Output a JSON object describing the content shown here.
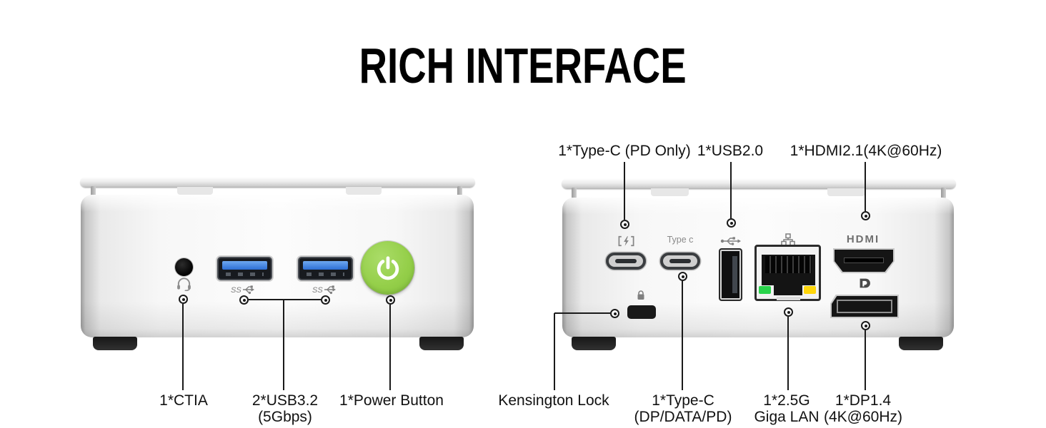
{
  "title": "RICH INTERFACE",
  "front": {
    "usb_ss_text": "SS",
    "labels": {
      "ctia": {
        "line1": "1*CTIA"
      },
      "usb32": {
        "line1": "2*USB3.2",
        "line2": "(5Gbps)"
      },
      "power": {
        "line1": "1*Power Button"
      }
    }
  },
  "rear": {
    "port_texts": {
      "type_c": "Type c",
      "hdmi_logo": "HDMI"
    },
    "top_labels": {
      "typec_pd": "1*Type-C (PD Only)",
      "usb20": "1*USB2.0",
      "hdmi": "1*HDMI2.1(4K@60Hz)"
    },
    "bottom_labels": {
      "kensington": {
        "line1": "Kensington Lock"
      },
      "typec_dp": {
        "line1": "1*Type-C",
        "line2": "(DP/DATA/PD)"
      },
      "lan": {
        "line1": "1*2.5G",
        "line2": "Giga LAN"
      },
      "dp": {
        "line1": "1*DP1.4",
        "line2": "(4K@60Hz)"
      }
    }
  },
  "colors": {
    "power_button_green": "#95cf4a",
    "usb3_blue": "#2e6fd4",
    "led_green": "#29d44b",
    "led_yellow": "#ffd60a",
    "callout_line": "#1a1a1a"
  },
  "icons": [
    "headset-icon",
    "usb-ss-icon",
    "power-icon",
    "battery-charge-icon",
    "usb-icon",
    "ethernet-icon",
    "lock-icon",
    "displayport-logo-icon"
  ]
}
